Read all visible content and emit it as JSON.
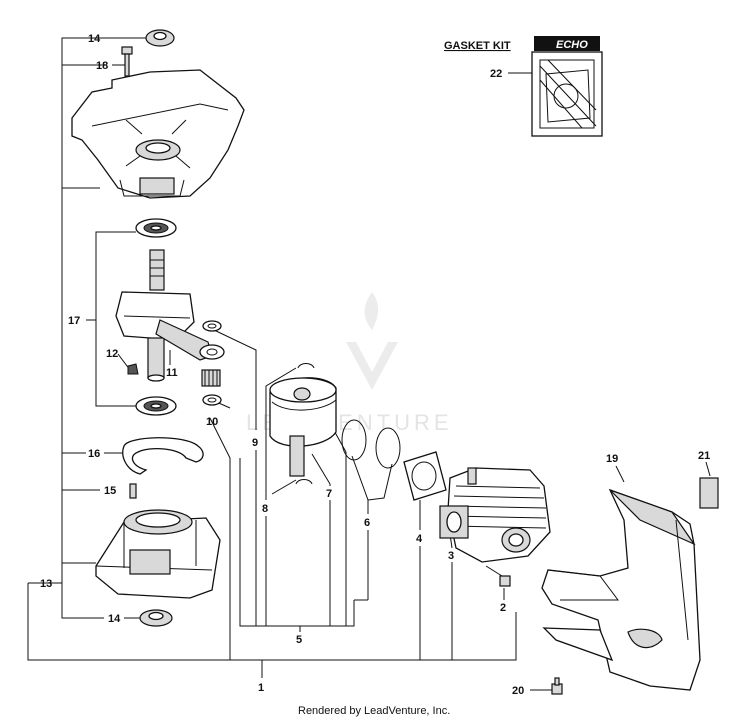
{
  "kit": {
    "title": "GASKET KIT",
    "brand": "ECHO"
  },
  "callouts": [
    {
      "id": "c14a",
      "text": "14"
    },
    {
      "id": "c18",
      "text": "18"
    },
    {
      "id": "c17",
      "text": "17"
    },
    {
      "id": "c12",
      "text": "12"
    },
    {
      "id": "c11",
      "text": "11"
    },
    {
      "id": "c10",
      "text": "10"
    },
    {
      "id": "c9",
      "text": "9"
    },
    {
      "id": "c16",
      "text": "16"
    },
    {
      "id": "c15",
      "text": "15"
    },
    {
      "id": "c13",
      "text": "13"
    },
    {
      "id": "c14b",
      "text": "14"
    },
    {
      "id": "c8",
      "text": "8"
    },
    {
      "id": "c7",
      "text": "7"
    },
    {
      "id": "c6",
      "text": "6"
    },
    {
      "id": "c4",
      "text": "4"
    },
    {
      "id": "c3",
      "text": "3"
    },
    {
      "id": "c2",
      "text": "2"
    },
    {
      "id": "c5",
      "text": "5"
    },
    {
      "id": "c1",
      "text": "1"
    },
    {
      "id": "c19",
      "text": "19"
    },
    {
      "id": "c21",
      "text": "21"
    },
    {
      "id": "c20",
      "text": "20"
    },
    {
      "id": "c22",
      "text": "22"
    }
  ],
  "watermark": "LEADVENTURE",
  "footer": "Rendered by LeadVenture, Inc."
}
